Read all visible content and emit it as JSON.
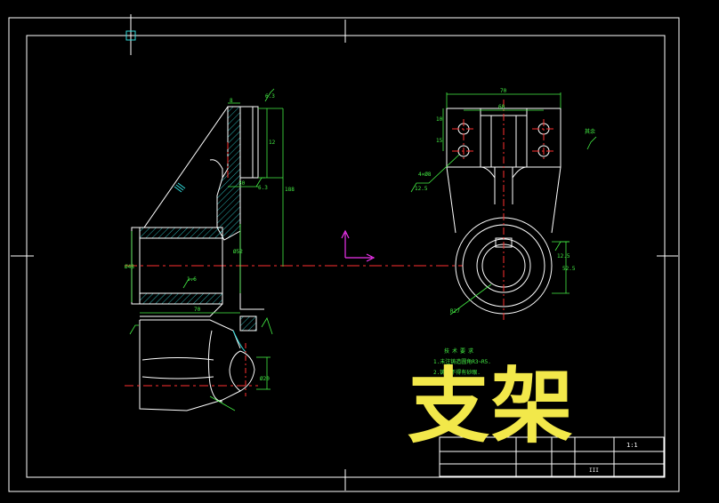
{
  "title": "支架",
  "notes": {
    "heading": "技术要求",
    "line1": "1.未注铸造圆角R3~R5.",
    "line2": "2.铸件不得有砂眼."
  },
  "title_block": {
    "scale": "1:1",
    "sheet_mark": "III"
  },
  "dimensions": {
    "left_top_len": "8",
    "left_rough_top": "6.3",
    "left_height_12": "12",
    "left_total_height": "188",
    "left_rough_mid": "6.3",
    "left_width_30": "30",
    "left_bore_height": "Ø52",
    "left_bore_dia": "Ø48",
    "left_rough_low": "1.6",
    "left_bottom_len": "70",
    "right_top_width": "70",
    "right_hole_spacing": "60",
    "right_dim_10": "10",
    "right_dim_15": "15",
    "right_holes": "4×Ø8",
    "right_rough_left": "12.5",
    "right_rough_right": "12.5",
    "right_bore_height": "52.5",
    "right_radius": "R27",
    "right_corner_mark": "其余",
    "section_dim": "Ø20"
  },
  "colors": {
    "background": "#000000",
    "line": "#ffffff",
    "center_line": "#ff3030",
    "dimension": "#44ee44",
    "hatch": "#33dddd",
    "title": "#f2e84a",
    "ucs": "#ee33ee"
  }
}
